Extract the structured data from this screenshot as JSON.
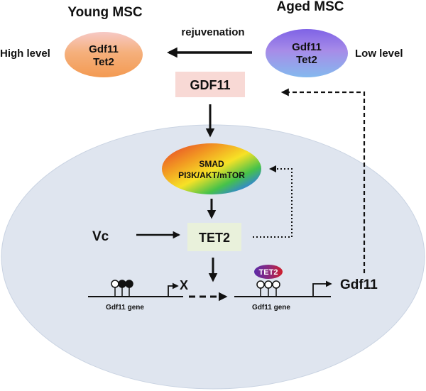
{
  "young_msc": {
    "title": "Young MSC",
    "level_label": "High level",
    "line1": "Gdf11",
    "line2": "Tet2"
  },
  "aged_msc": {
    "title": "Aged MSC",
    "level_label": "Low level",
    "line1": "Gdf11",
    "line2": "Tet2"
  },
  "rejuvenation_label": "rejuvenation",
  "gdf11_box": "GDF11",
  "pathway": {
    "line1": "SMAD",
    "line2": "PI3K/AKT/mTOR"
  },
  "vc_label": "Vc",
  "tet2_box": "TET2",
  "tet2_badge": "TET2",
  "block_mark": "X",
  "gene_left_label": "Gdf11 gene",
  "gene_right_label": "Gdf11 gene",
  "gdf11_output": "Gdf11",
  "colors": {
    "cell_fill": "#dfe5ef",
    "gdf11_box_fill": "#f8d9d5",
    "tet2_box_fill": "#e9f1db"
  }
}
